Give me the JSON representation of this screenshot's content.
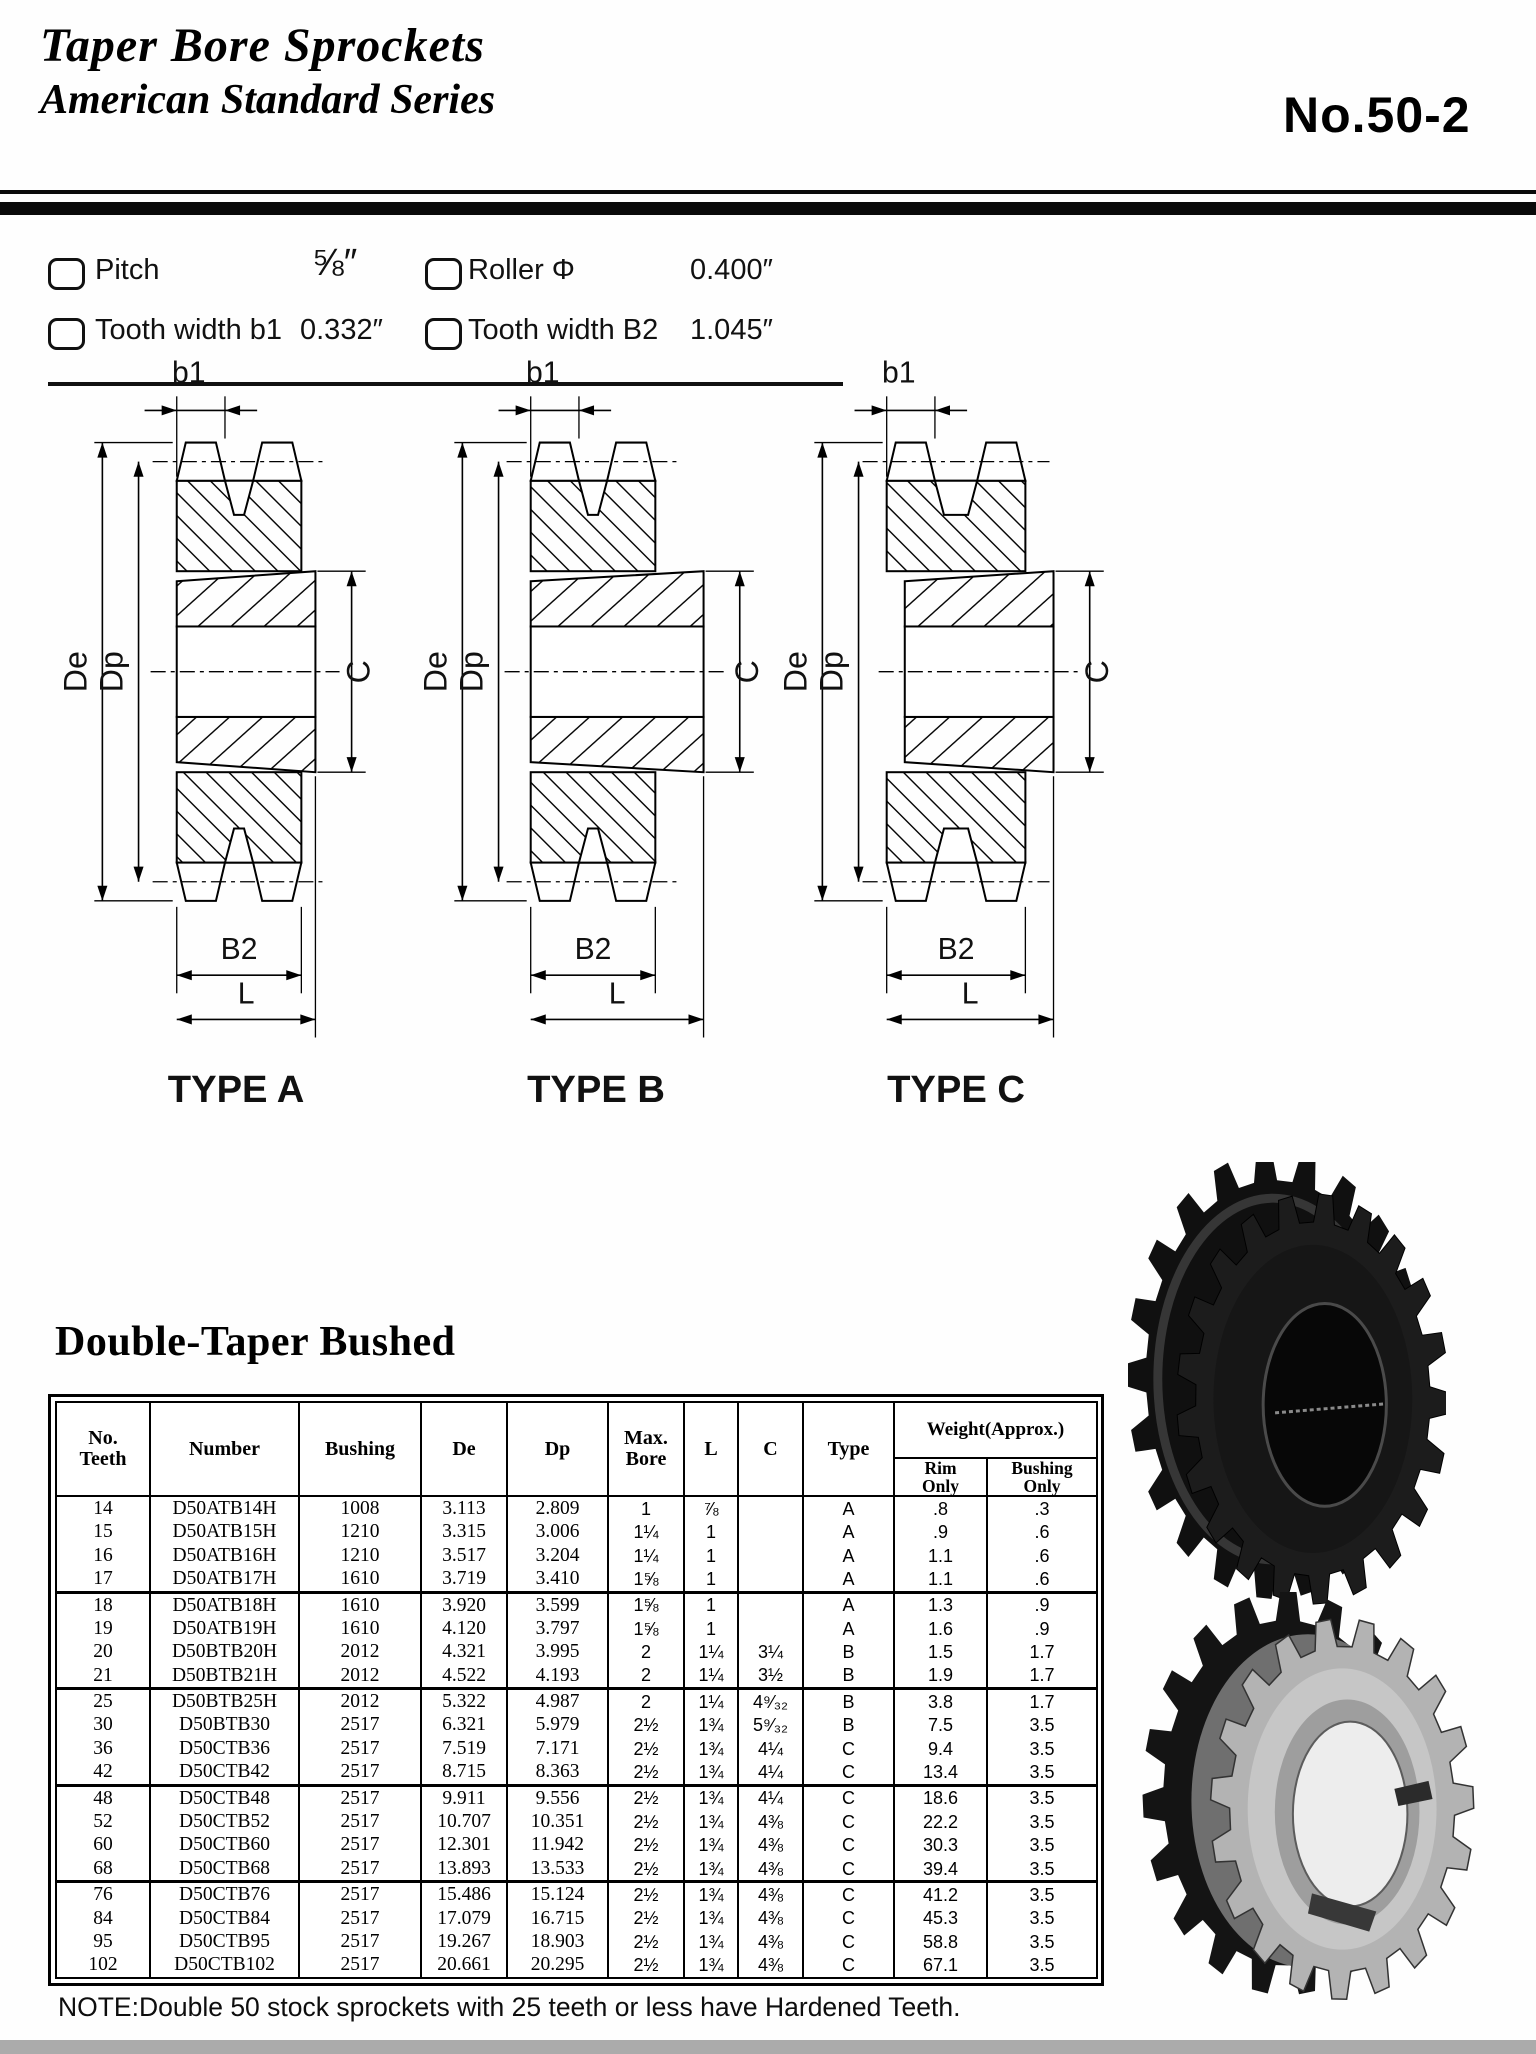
{
  "header": {
    "title_line1": "Taper Bore Sprockets",
    "title_line2": "American Standard Series",
    "page_no": "No.50-2"
  },
  "specs": {
    "items": [
      {
        "label": "Pitch",
        "value": "⅝″"
      },
      {
        "label": "Roller Φ",
        "value": "0.400″"
      },
      {
        "label": "Tooth width b1",
        "value": "0.332″"
      },
      {
        "label": "Tooth width B2",
        "value": "1.045″"
      }
    ]
  },
  "diagrams": {
    "dim_labels": {
      "b1": "b1",
      "de": "De",
      "dp": "Dp",
      "c": "C",
      "b2": "B2",
      "l": "L"
    },
    "types": [
      {
        "label": "TYPE A"
      },
      {
        "label": "TYPE B"
      },
      {
        "label": "TYPE C"
      }
    ]
  },
  "section_title": "Double-Taper Bushed",
  "table": {
    "headers": {
      "teeth": [
        "No.",
        "Teeth"
      ],
      "number": "Number",
      "bushing": "Bushing",
      "de": "De",
      "dp": "Dp",
      "max_bore": [
        "Max.",
        "Bore"
      ],
      "l": "L",
      "c": "C",
      "type": "Type",
      "weight": "Weight(Approx.)",
      "rim_only": [
        "Rim",
        "Only"
      ],
      "bushing_only": [
        "Bushing",
        "Only"
      ]
    },
    "rows": [
      [
        "14",
        "D50ATB14H",
        "1008",
        "3.113",
        "2.809",
        "1",
        "⅞",
        "",
        "A",
        ".8",
        ".3"
      ],
      [
        "15",
        "D50ATB15H",
        "1210",
        "3.315",
        "3.006",
        "1¼",
        "1",
        "",
        "A",
        ".9",
        ".6"
      ],
      [
        "16",
        "D50ATB16H",
        "1210",
        "3.517",
        "3.204",
        "1¼",
        "1",
        "",
        "A",
        "1.1",
        ".6"
      ],
      [
        "17",
        "D50ATB17H",
        "1610",
        "3.719",
        "3.410",
        "1⅝",
        "1",
        "",
        "A",
        "1.1",
        ".6"
      ],
      [
        "18",
        "D50ATB18H",
        "1610",
        "3.920",
        "3.599",
        "1⅝",
        "1",
        "",
        "A",
        "1.3",
        ".9"
      ],
      [
        "19",
        "D50ATB19H",
        "1610",
        "4.120",
        "3.797",
        "1⅝",
        "1",
        "",
        "A",
        "1.6",
        ".9"
      ],
      [
        "20",
        "D50BTB20H",
        "2012",
        "4.321",
        "3.995",
        "2",
        "1¼",
        "3¼",
        "B",
        "1.5",
        "1.7"
      ],
      [
        "21",
        "D50BTB21H",
        "2012",
        "4.522",
        "4.193",
        "2",
        "1¼",
        "3½",
        "B",
        "1.9",
        "1.7"
      ],
      [
        "25",
        "D50BTB25H",
        "2012",
        "5.322",
        "4.987",
        "2",
        "1¼",
        "4⁹⁄₃₂",
        "B",
        "3.8",
        "1.7"
      ],
      [
        "30",
        "D50BTB30",
        "2517",
        "6.321",
        "5.979",
        "2½",
        "1¾",
        "5⁹⁄₃₂",
        "B",
        "7.5",
        "3.5"
      ],
      [
        "36",
        "D50CTB36",
        "2517",
        "7.519",
        "7.171",
        "2½",
        "1¾",
        "4¼",
        "C",
        "9.4",
        "3.5"
      ],
      [
        "42",
        "D50CTB42",
        "2517",
        "8.715",
        "8.363",
        "2½",
        "1¾",
        "4¼",
        "C",
        "13.4",
        "3.5"
      ],
      [
        "48",
        "D50CTB48",
        "2517",
        "9.911",
        "9.556",
        "2½",
        "1¾",
        "4¼",
        "C",
        "18.6",
        "3.5"
      ],
      [
        "52",
        "D50CTB52",
        "2517",
        "10.707",
        "10.351",
        "2½",
        "1¾",
        "4⅜",
        "C",
        "22.2",
        "3.5"
      ],
      [
        "60",
        "D50CTB60",
        "2517",
        "12.301",
        "11.942",
        "2½",
        "1¾",
        "4⅜",
        "C",
        "30.3",
        "3.5"
      ],
      [
        "68",
        "D50CTB68",
        "2517",
        "13.893",
        "13.533",
        "2½",
        "1¾",
        "4⅜",
        "C",
        "39.4",
        "3.5"
      ],
      [
        "76",
        "D50CTB76",
        "2517",
        "15.486",
        "15.124",
        "2½",
        "1¾",
        "4⅜",
        "C",
        "41.2",
        "3.5"
      ],
      [
        "84",
        "D50CTB84",
        "2517",
        "17.079",
        "16.715",
        "2½",
        "1¾",
        "4⅜",
        "C",
        "45.3",
        "3.5"
      ],
      [
        "95",
        "D50CTB95",
        "2517",
        "19.267",
        "18.903",
        "2½",
        "1¾",
        "4⅜",
        "C",
        "58.8",
        "3.5"
      ],
      [
        "102",
        "D50CTB102",
        "2517",
        "20.661",
        "20.295",
        "2½",
        "1¾",
        "4⅜",
        "C",
        "67.1",
        "3.5"
      ]
    ]
  },
  "note": "NOTE:Double 50 stock sprockets with 25 teeth or less have Hardened Teeth.",
  "colors": {
    "ink": "#000000",
    "photo_dark": "#1c1c1c",
    "photo_metal": "#b3b3b3",
    "footer_bar": "#ababab"
  }
}
